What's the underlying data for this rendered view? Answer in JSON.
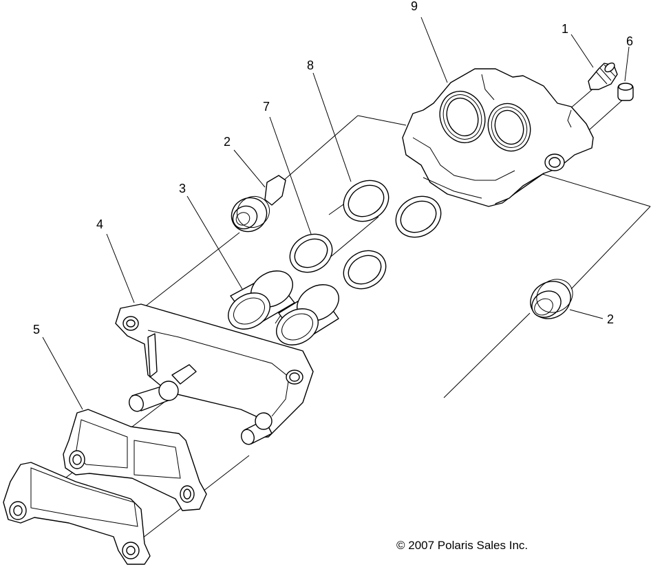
{
  "callouts": {
    "c1": "1",
    "c2a": "2",
    "c2b": "2",
    "c3": "3",
    "c4": "4",
    "c5": "5",
    "c6": "6",
    "c7": "7",
    "c8": "8",
    "c9": "9"
  },
  "copyright": "© 2007 Polaris Sales Inc."
}
